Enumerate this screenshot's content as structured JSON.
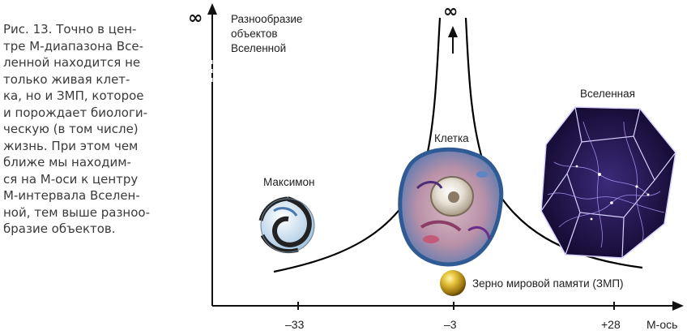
{
  "caption": {
    "lines": [
      "Рис. 13. Точно в цен-",
      "тре М-диапазона Все-",
      "ленной находится не",
      "только живая клет-",
      "ка, но и ЗМП, которое",
      "и порождает биологи-",
      "ческую (в том числе)",
      "жизнь. При этом чем",
      "ближе мы находим-",
      "ся на М-оси к центру",
      "М-интервала Вселен-",
      "ной, тем выше разноо-",
      "бразие объектов."
    ]
  },
  "diagram": {
    "y_axis_infinity": "∞",
    "y_axis_label": [
      "Разнообразие",
      "объектов",
      "Вселенной"
    ],
    "peak_infinity": "∞",
    "x_axis_label": "М-ось",
    "x_ticks": [
      "–33",
      "–3",
      "+28"
    ],
    "objects": {
      "maximon": "Максимон",
      "cell": "Клетка",
      "universe": "Вселенная",
      "zmp": "Зерно мировой памяти (ЗМП)"
    }
  },
  "colors": {
    "axis": "#111111",
    "curve": "#000000",
    "cell_outer": "#3d6aa8",
    "cell_inner": "#c98da6",
    "universe_bg": "#1a0b3a",
    "universe_web": "#b59bff",
    "zmp_gold": "#c9a21c",
    "maximon_stripe": "#222222"
  }
}
